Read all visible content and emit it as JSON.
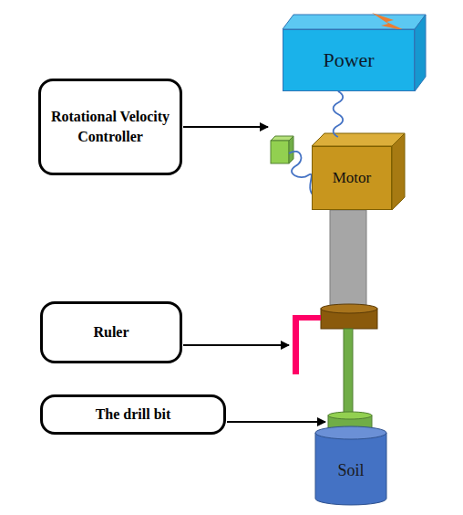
{
  "diagram": {
    "nodes": [
      {
        "text": [
          "Power"
        ]
      },
      {
        "text": [
          "Rotational Velocity Controller"
        ]
      },
      {
        "text": [
          "Motor"
        ]
      },
      {
        "text": [
          "Ruler"
        ]
      },
      {
        "text": [
          "The drill bit"
        ]
      },
      {
        "text": [
          "Soil"
        ]
      }
    ],
    "edges": [
      {
        "from": 0,
        "to": 2,
        "arrow": "none"
      }
    ]
  }
}
